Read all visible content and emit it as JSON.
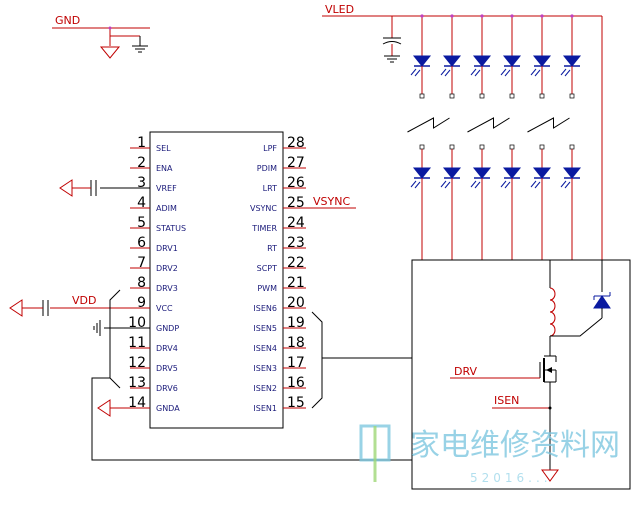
{
  "nets": {
    "gnd": "GND",
    "vled": "VLED",
    "vsync": "VSYNC",
    "vdd": "VDD",
    "drv": "DRV",
    "isen": "ISEN"
  },
  "ic": {
    "left_pins": [
      {
        "num": "1",
        "name": "SEL"
      },
      {
        "num": "2",
        "name": "ENA"
      },
      {
        "num": "3",
        "name": "VREF"
      },
      {
        "num": "4",
        "name": "ADIM"
      },
      {
        "num": "5",
        "name": "STATUS"
      },
      {
        "num": "6",
        "name": "DRV1"
      },
      {
        "num": "7",
        "name": "DRV2"
      },
      {
        "num": "8",
        "name": "DRV3"
      },
      {
        "num": "9",
        "name": "VCC"
      },
      {
        "num": "10",
        "name": "GNDP"
      },
      {
        "num": "11",
        "name": "DRV4"
      },
      {
        "num": "12",
        "name": "DRV5"
      },
      {
        "num": "13",
        "name": "DRV6"
      },
      {
        "num": "14",
        "name": "GNDA"
      }
    ],
    "right_pins": [
      {
        "num": "28",
        "name": "LPF"
      },
      {
        "num": "27",
        "name": "PDIM"
      },
      {
        "num": "26",
        "name": "LRT"
      },
      {
        "num": "25",
        "name": "VSYNC"
      },
      {
        "num": "24",
        "name": "TIMER"
      },
      {
        "num": "23",
        "name": "RT"
      },
      {
        "num": "22",
        "name": "SCPT"
      },
      {
        "num": "21",
        "name": "PWM"
      },
      {
        "num": "20",
        "name": "ISEN6"
      },
      {
        "num": "19",
        "name": "ISEN5"
      },
      {
        "num": "18",
        "name": "ISEN4"
      },
      {
        "num": "17",
        "name": "ISEN3"
      },
      {
        "num": "16",
        "name": "ISEN2"
      },
      {
        "num": "15",
        "name": "ISEN1"
      }
    ]
  },
  "watermark": {
    "title": "家电维修资料网",
    "url": "52016..."
  },
  "colors": {
    "wire_red": "#c00000",
    "wire_black": "#000000",
    "led_blue": "#0a1aa0",
    "label_red": "#c00000",
    "pin_label": "#1a1a7a",
    "junction": "#c040c0",
    "watermark": "#7fc8e0"
  }
}
